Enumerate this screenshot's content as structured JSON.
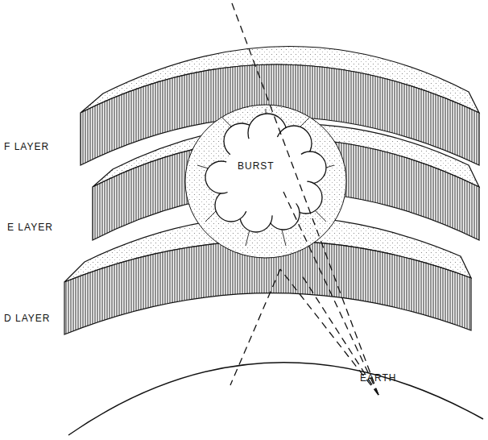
{
  "diagram": {
    "nodes": [
      {
        "text": [
          "BURST"
        ]
      },
      {
        "text": [
          "EARTH"
        ]
      }
    ],
    "labels": [
      "F LAYER",
      "E LAYER",
      "D LAYER"
    ]
  }
}
